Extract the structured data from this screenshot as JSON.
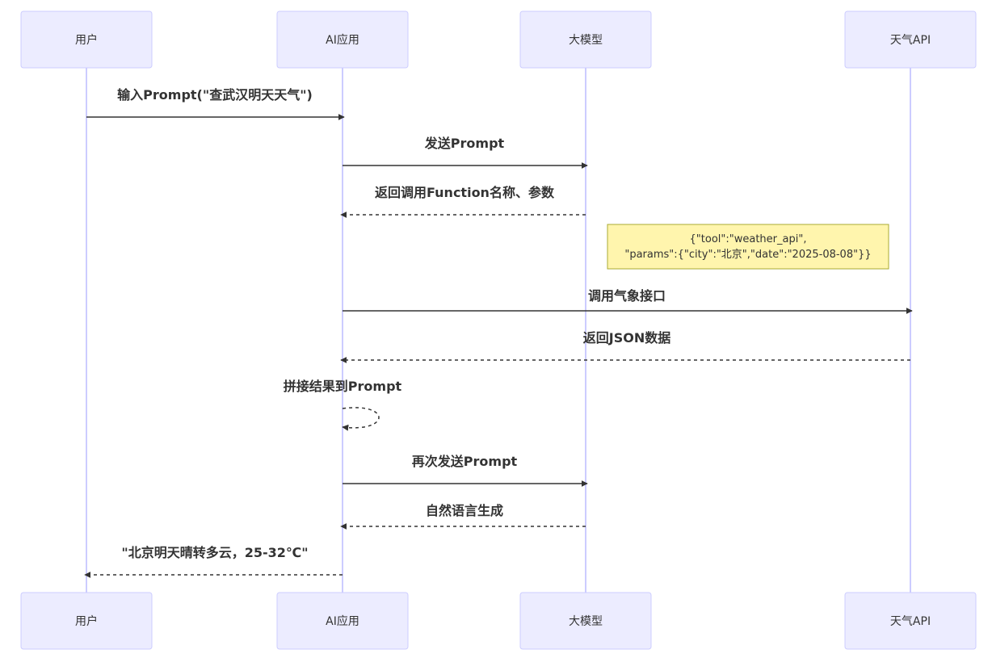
{
  "actors": [
    {
      "id": "user",
      "label": "用户"
    },
    {
      "id": "app",
      "label": "AI应用"
    },
    {
      "id": "llm",
      "label": "大模型"
    },
    {
      "id": "weather",
      "label": "天气API"
    }
  ],
  "messages": [
    {
      "from": "user",
      "to": "app",
      "label": "输入Prompt(\"查武汉明天天气\")",
      "style": "solid"
    },
    {
      "from": "app",
      "to": "llm",
      "label": "发送Prompt",
      "style": "solid"
    },
    {
      "from": "llm",
      "to": "app",
      "label": "返回调用Function名称、参数",
      "style": "dashed"
    },
    {
      "from": "app",
      "to": "weather",
      "label": "调用气象接口",
      "style": "solid"
    },
    {
      "from": "weather",
      "to": "app",
      "label": "返回JSON数据",
      "style": "dashed"
    },
    {
      "from": "app",
      "to": "app",
      "label": "拼接结果到Prompt",
      "style": "dashed"
    },
    {
      "from": "app",
      "to": "llm",
      "label": "再次发送Prompt",
      "style": "solid"
    },
    {
      "from": "llm",
      "to": "app",
      "label": "自然语言生成",
      "style": "dashed"
    },
    {
      "from": "app",
      "to": "user",
      "label": "\"北京明天晴转多云，25-32℃\"",
      "style": "dashed"
    }
  ],
  "note": {
    "over": "llm",
    "lines": [
      "{\"tool\":\"weather_api\",",
      "\"params\":{\"city\":\"北京\",\"date\":\"2025-08-08\"}}"
    ]
  },
  "colors": {
    "actor_fill": "#ececff",
    "actor_stroke": "#ccccff",
    "line": "#333333",
    "note_fill": "#fff5ad",
    "note_stroke": "#aaaa33"
  }
}
